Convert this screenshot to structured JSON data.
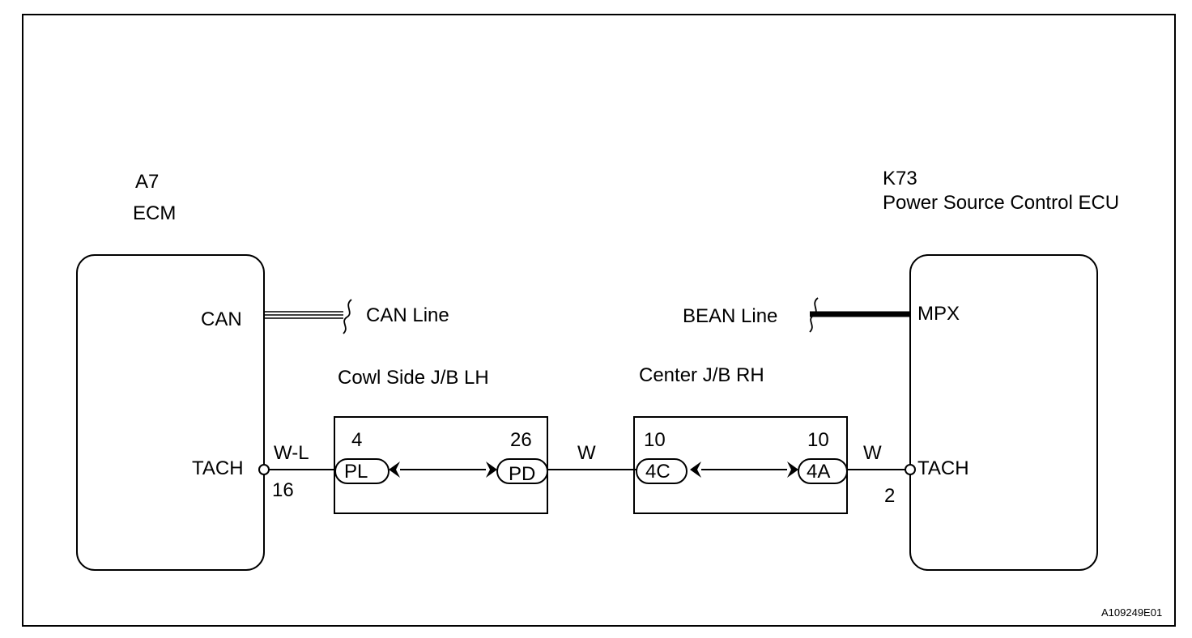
{
  "ecm": {
    "ref": "A7",
    "name": "ECM",
    "terminal_can": "CAN",
    "terminal_tach": "TACH",
    "pin": "16"
  },
  "power_ecu": {
    "ref": "K73",
    "name": "Power Source Control ECU",
    "terminal_mpx": "MPX",
    "terminal_tach": "TACH",
    "pin": "2"
  },
  "lines": {
    "can": "CAN Line",
    "bean": "BEAN Line"
  },
  "cowl_jb": {
    "title": "Cowl Side J/B LH",
    "left_connector": "PL",
    "left_pin": "4",
    "right_connector": "PD",
    "right_pin": "26"
  },
  "center_jb": {
    "title": "Center J/B RH",
    "left_connector": "4C",
    "left_pin": "10",
    "right_connector": "4A",
    "right_pin": "10"
  },
  "wires": {
    "ecm_to_cowl": "W-L",
    "cowl_to_center": "W",
    "center_to_ecu": "W"
  },
  "doc_ref": "A109249E01"
}
